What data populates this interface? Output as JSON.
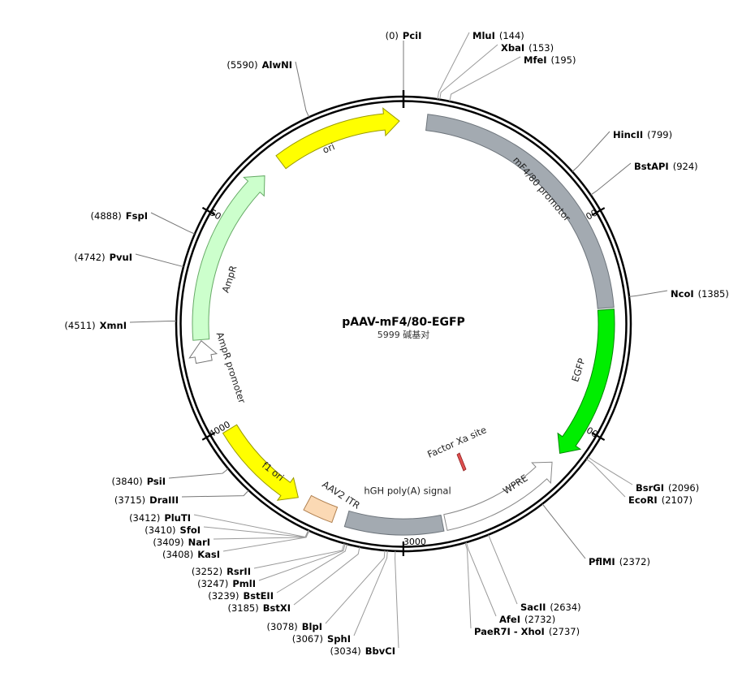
{
  "plasmid": {
    "name": "pAAV-mF4/80-EGFP",
    "length": 5999,
    "size_label": "5999 碱基对"
  },
  "features": [
    {
      "id": "ori",
      "label": "ori",
      "start": 5380,
      "end": 5980,
      "dir": 1,
      "color": "#ffff00",
      "stroke": "#9a9a00"
    },
    {
      "id": "mf480",
      "label": "mF4/80 promotor",
      "start": 110,
      "end": 1425,
      "dir": 0,
      "color": "#a3aab1",
      "stroke": "#6e757c"
    },
    {
      "id": "egfp",
      "label": "EGFP",
      "start": 1433,
      "end": 2160,
      "dir": 1,
      "color": "#00ee00",
      "stroke": "#008800"
    },
    {
      "id": "wpre",
      "label": "WPRE",
      "start": 2215,
      "end": 2800,
      "dir": -1,
      "color": "#ffffff",
      "stroke": "#888888"
    },
    {
      "id": "hgh",
      "label": "hGH poly(A) signal",
      "start": 2815,
      "end": 3270,
      "dir": 0,
      "color": "#a3aab1",
      "stroke": "#6e757c"
    },
    {
      "id": "itr",
      "label": "AAV2 ITR",
      "start": 3330,
      "end": 3470,
      "dir": 0,
      "color": "#fbd9b4",
      "stroke": "#b08050"
    },
    {
      "id": "f1ori",
      "label": "f1 ori",
      "start": 3520,
      "end": 3980,
      "dir": -1,
      "color": "#ffff00",
      "stroke": "#9a9a00"
    },
    {
      "id": "ampprom",
      "label": "AmpR promoter",
      "start": 4320,
      "end": 4420,
      "dir": 1,
      "color": "#ffffff",
      "stroke": "#777777"
    },
    {
      "id": "ampr",
      "label": "AmpR",
      "start": 4425,
      "end": 5280,
      "dir": 1,
      "color": "#ccffcc",
      "stroke": "#66aa66"
    }
  ],
  "factor_xa": {
    "label": "Factor Xa site"
  },
  "ticks": [
    1000,
    2000,
    3000,
    4000,
    5000
  ],
  "sites": [
    {
      "name": "PciI",
      "pos": 0
    },
    {
      "name": "MluI",
      "pos": 144
    },
    {
      "name": "XbaI",
      "pos": 153
    },
    {
      "name": "MfeI",
      "pos": 195
    },
    {
      "name": "HincII",
      "pos": 799
    },
    {
      "name": "BstAPI",
      "pos": 924
    },
    {
      "name": "NcoI",
      "pos": 1385
    },
    {
      "name": "BsrGI",
      "pos": 2096
    },
    {
      "name": "EcoRI",
      "pos": 2107
    },
    {
      "name": "PflMI",
      "pos": 2372
    },
    {
      "name": "SacII",
      "pos": 2634
    },
    {
      "name": "AfeI",
      "pos": 2732
    },
    {
      "name": "PaeR7I - XhoI",
      "pos": 2737
    },
    {
      "name": "BbvCI",
      "pos": 3034
    },
    {
      "name": "SphI",
      "pos": 3067
    },
    {
      "name": "BlpI",
      "pos": 3078
    },
    {
      "name": "BstXI",
      "pos": 3185
    },
    {
      "name": "BstEII",
      "pos": 3239
    },
    {
      "name": "PmlI",
      "pos": 3247
    },
    {
      "name": "RsrII",
      "pos": 3252
    },
    {
      "name": "KasI",
      "pos": 3408
    },
    {
      "name": "NarI",
      "pos": 3409
    },
    {
      "name": "SfoI",
      "pos": 3410
    },
    {
      "name": "PluTI",
      "pos": 3412
    },
    {
      "name": "DraIII",
      "pos": 3715
    },
    {
      "name": "PsiI",
      "pos": 3840
    },
    {
      "name": "XmnI",
      "pos": 4511
    },
    {
      "name": "PvuI",
      "pos": 4742
    },
    {
      "name": "FspI",
      "pos": 4888
    },
    {
      "name": "AlwNI",
      "pos": 5590
    }
  ]
}
